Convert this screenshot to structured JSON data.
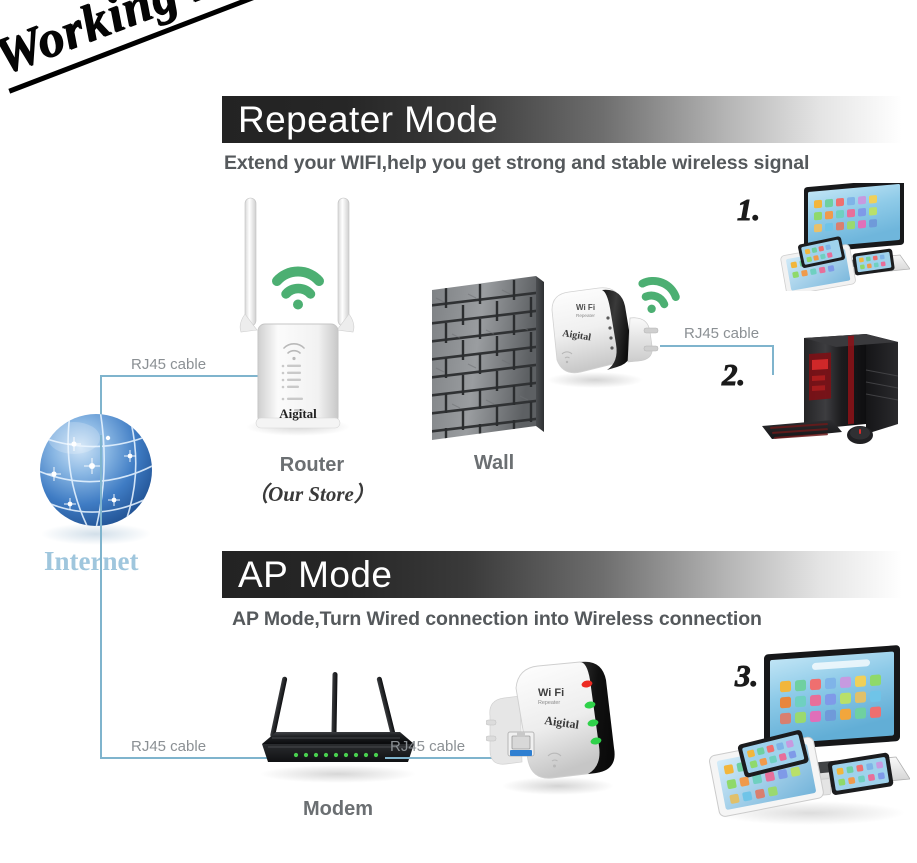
{
  "page": {
    "title": "Working Mode",
    "background": "#ffffff",
    "accent_cable_color": "#7fb4cd",
    "wifi_green": "#4caf72",
    "banner_dark": "#232323"
  },
  "sections": [
    {
      "id": "repeater",
      "banner_title": "Repeater Mode",
      "subtitle": "Extend your WIFI,help you get strong and stable wireless signal",
      "devices": [
        {
          "name": "Router",
          "sub_label": "（Our Store）",
          "brand": "Aigital"
        },
        {
          "name": "Wall",
          "sub_label": "",
          "brand": ""
        },
        {
          "name": "",
          "sub_label": "",
          "brand": "Aigital",
          "device_text": "Wi Fi Repeater"
        }
      ],
      "cables": [
        {
          "label": "RJ45 cable"
        },
        {
          "label": "RJ45 cable"
        }
      ],
      "clients": [
        {
          "step": "1.",
          "kind": "laptop-tablet-phones"
        },
        {
          "step": "2.",
          "kind": "desktop-pc"
        }
      ]
    },
    {
      "id": "ap",
      "banner_title": "AP Mode",
      "subtitle": "AP Mode,Turn Wired connection into Wireless connection",
      "devices": [
        {
          "name": "Modem",
          "sub_label": "",
          "brand": ""
        },
        {
          "name": "",
          "sub_label": "",
          "brand": "Aigital",
          "device_text": "Wi Fi Repeater"
        }
      ],
      "cables": [
        {
          "label": "RJ45 cable"
        },
        {
          "label": "RJ45 cable"
        }
      ],
      "clients": [
        {
          "step": "3.",
          "kind": "laptop-tablet-phones"
        }
      ]
    }
  ],
  "internet": {
    "label": "Internet"
  },
  "brand": {
    "name": "Aigital"
  },
  "repeater_device": {
    "line1": "Wi Fi",
    "line2": "Repeater"
  }
}
